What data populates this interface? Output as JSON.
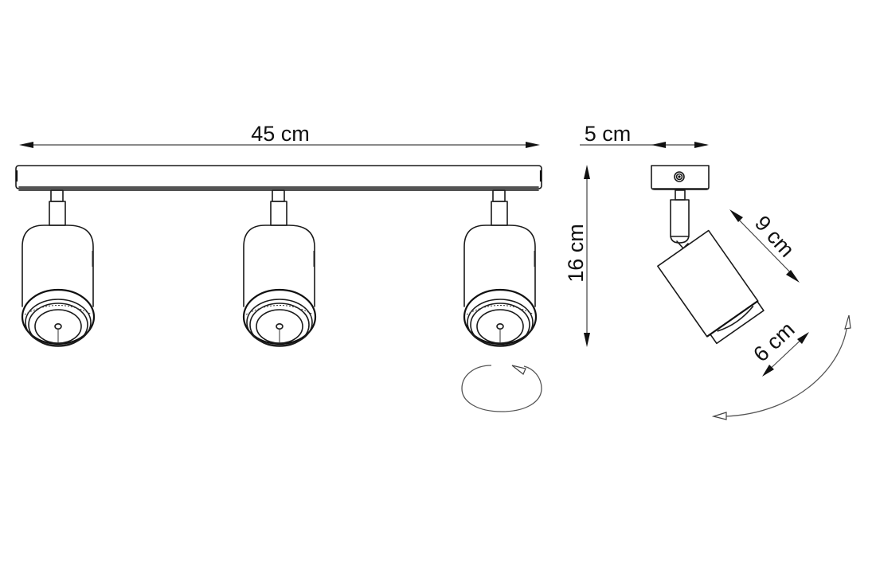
{
  "drawing": {
    "title": "Ceiling spotlight bar with 3 adjustable spots — dimension drawing",
    "colors": {
      "line": "#1a1a1a",
      "dimension_line": "#444444",
      "background": "#ffffff"
    },
    "front_view": {
      "spot_count": 3,
      "width_label": "45 cm",
      "height_label": "16 cm"
    },
    "side_view": {
      "depth_label": "5 cm",
      "spot_length_label": "9 cm",
      "spot_diameter_label": "6 cm"
    },
    "icons": {
      "rotation": "rotate-360-icon",
      "tilt": "tilt-arc-icon"
    }
  }
}
